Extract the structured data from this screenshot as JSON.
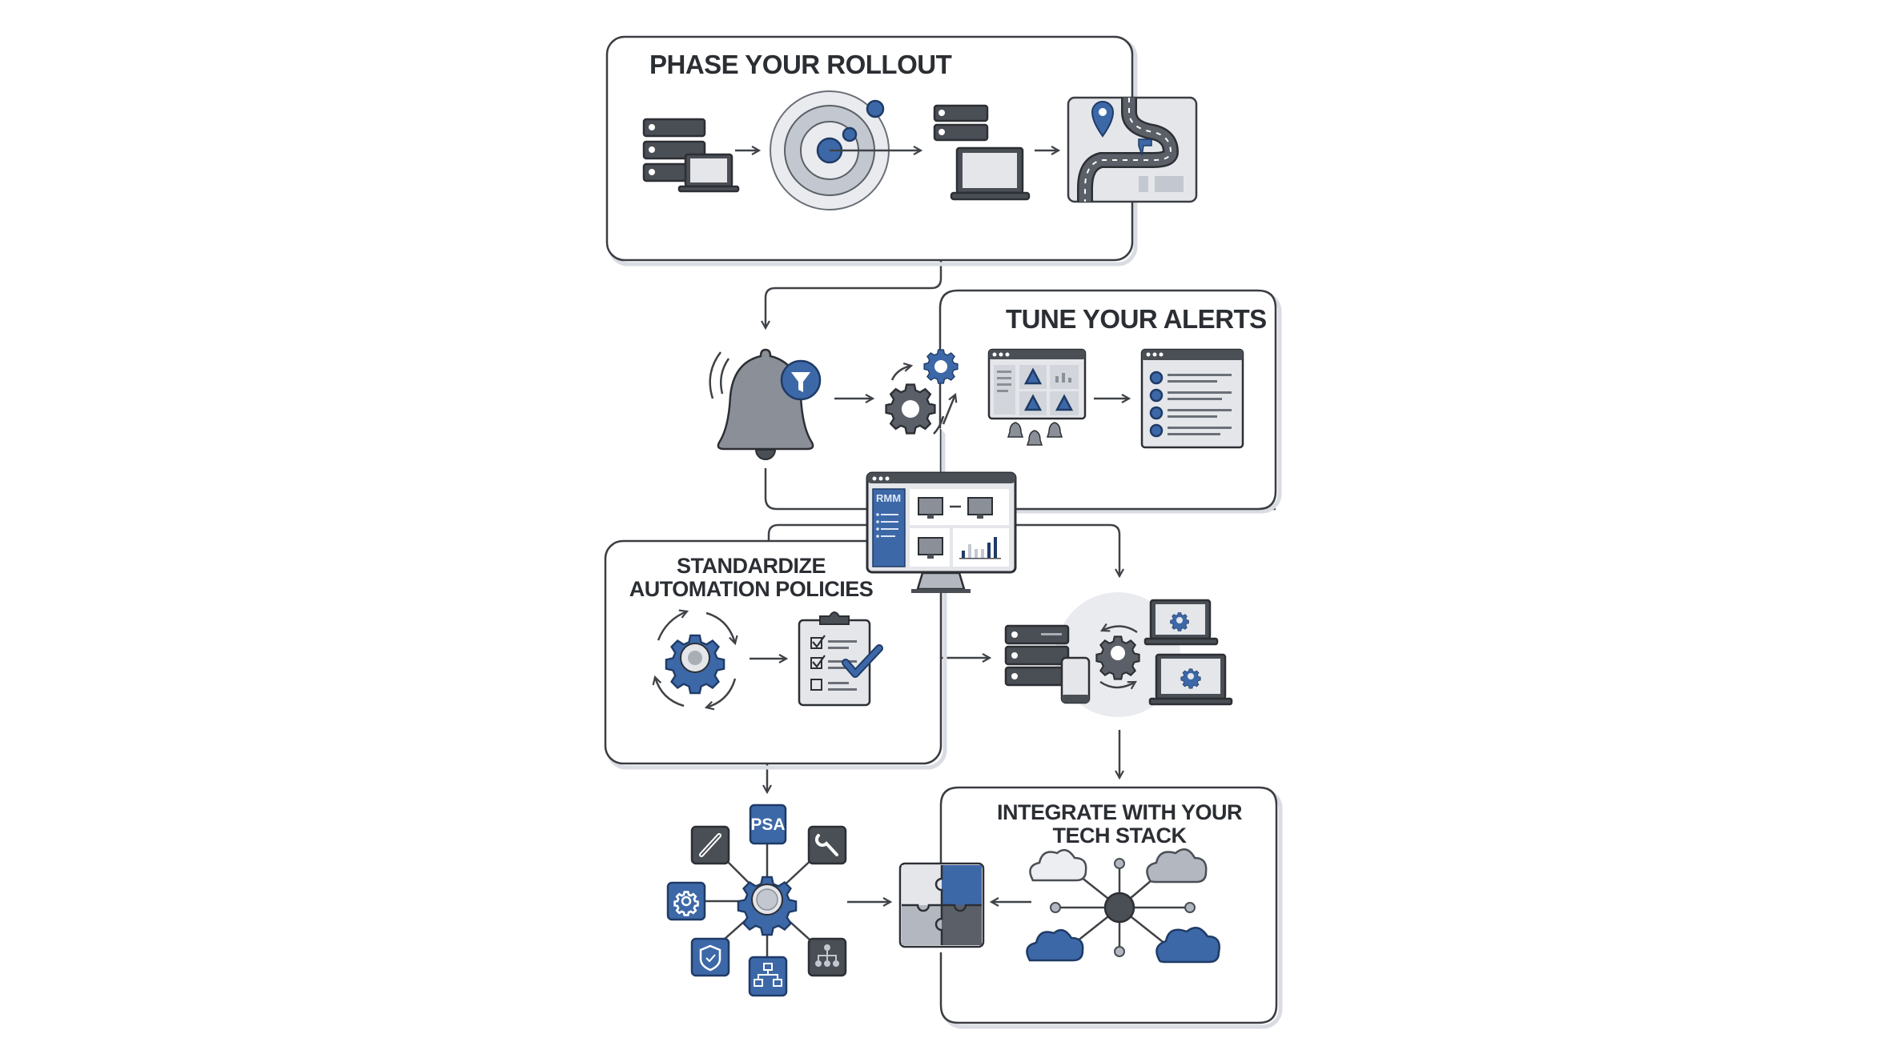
{
  "diagram": {
    "title": "MSP RMM onboarding best-practices flow",
    "colors": {
      "accent_blue": "#3d68a8",
      "dark_grey": "#4a4e55",
      "outline": "#2e3338",
      "light_grey": "#e4e6ea",
      "mid_grey": "#b3b8c0",
      "background": "#ffffff"
    },
    "sections": {
      "phase": {
        "title": "PHASE YOUR ROLLOUT",
        "icons": [
          "server-stack-with-laptop-icon",
          "radar-target-icon",
          "servers-and-laptop-icon",
          "roadmap-icon"
        ]
      },
      "tune": {
        "title": "TUNE YOUR ALERTS",
        "icons": [
          "bell-with-filter-icon",
          "gears-icon",
          "alert-dashboard-icon",
          "prioritized-list-icon"
        ]
      },
      "standardize": {
        "title_line1": "STANDARDIZE",
        "title_line2": "AUTOMATION POLICIES",
        "icons": [
          "cycling-gear-icon",
          "checklist-clipboard-icon"
        ]
      },
      "deploy": {
        "icons": [
          "servers-phone-icon",
          "sync-gear-icon",
          "managed-laptops-icon"
        ]
      },
      "integrate": {
        "title_line1": "INTEGRATE WITH YOUR",
        "title_line2": "TECH STACK",
        "icons": [
          "integration-hub-icon",
          "puzzle-icon",
          "cloud-network-icon"
        ]
      }
    },
    "center": {
      "label": "RMM"
    },
    "hub": {
      "nodes": [
        {
          "name": "psa-node",
          "label": "PSA"
        },
        {
          "name": "wrench-node",
          "label": ""
        },
        {
          "name": "org-chart-node",
          "label": ""
        },
        {
          "name": "workflow-node",
          "label": ""
        },
        {
          "name": "shield-node",
          "label": ""
        },
        {
          "name": "settings-node",
          "label": ""
        },
        {
          "name": "tool-node",
          "label": ""
        }
      ]
    }
  }
}
